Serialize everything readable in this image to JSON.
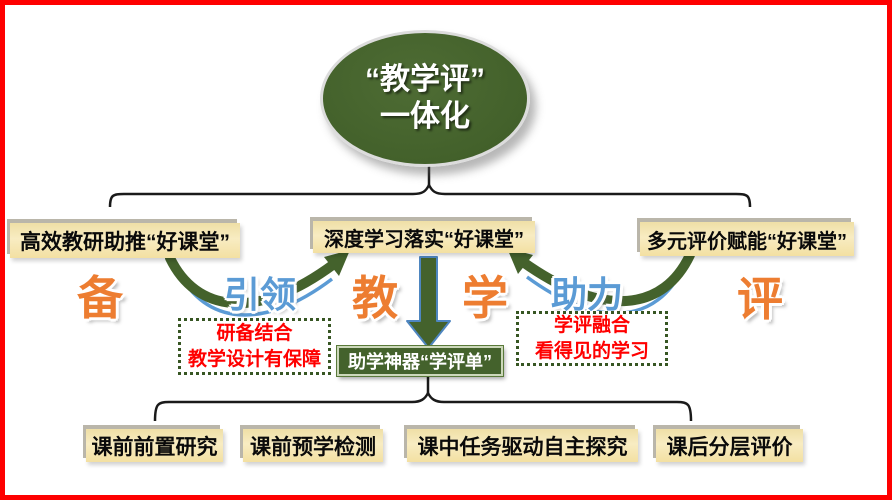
{
  "central_topic": {
    "line1": "“教学评”",
    "line2": "一体化"
  },
  "top_boxes": [
    {
      "label": "高效教研助推“好课堂”"
    },
    {
      "label": "深度学习落实“好课堂”"
    },
    {
      "label": "多元评价赋能“好课堂”"
    }
  ],
  "stage_labels": [
    {
      "label": "备"
    },
    {
      "label": "教"
    },
    {
      "label": "学"
    },
    {
      "label": "评"
    }
  ],
  "arrow_labels": [
    {
      "label": "引领"
    },
    {
      "label": "助力"
    }
  ],
  "callouts": [
    {
      "line1": "研备结合",
      "line2": "教学设计有保障"
    },
    {
      "line1": "学评融合",
      "line2": "看得见的学习"
    }
  ],
  "tool_box": {
    "label": "助学神器“学评单”"
  },
  "bottom_boxes": [
    {
      "label": "课前前置研究"
    },
    {
      "label": "课前预学检测"
    },
    {
      "label": "课中任务驱动自主探究"
    },
    {
      "label": "课后分层评价"
    }
  ],
  "colors": {
    "page_border": "#fe0000",
    "dark_green": "#44622c",
    "tan_box": "#f6e5ae",
    "orange": "#ed7d31",
    "blue": "#5b9bd5",
    "callout_text": "#ff0000",
    "callout_border": "#375623",
    "connector": "#1a1a1a"
  }
}
